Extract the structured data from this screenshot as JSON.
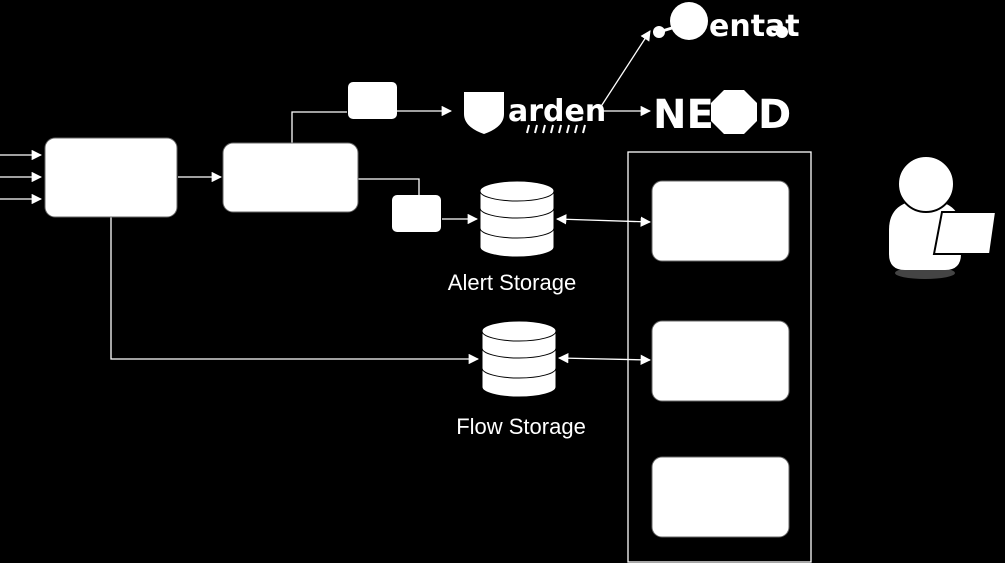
{
  "labels": {
    "alert_storage": "Alert Storage",
    "flow_storage": "Flow Storage"
  },
  "logos": {
    "mentat": "entat",
    "warden": "arden",
    "nerd_left": "NE",
    "nerd_right": "D"
  },
  "colors": {
    "background": "#000000",
    "foreground": "#ffffff"
  }
}
